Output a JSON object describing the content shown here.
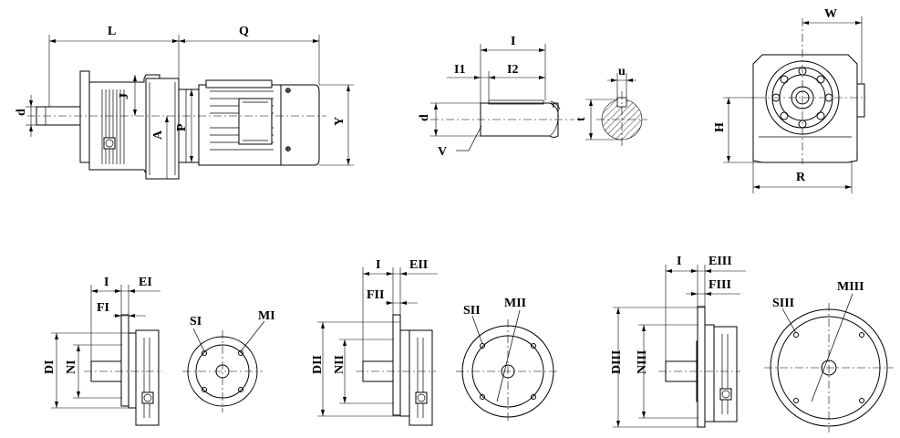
{
  "labels": {
    "main": {
      "L": "L",
      "Q": "Q",
      "d": "d",
      "J": "J",
      "A": "A",
      "P": "P",
      "Y": "Y"
    },
    "shaft": {
      "I": "I",
      "I1": "I1",
      "I2": "I2",
      "d": "d",
      "V": "V"
    },
    "key": {
      "u": "u",
      "t": "t"
    },
    "end": {
      "W": "W",
      "H": "H",
      "R": "R"
    },
    "flange1": {
      "I": "I",
      "EI": "EI",
      "FI": "FI",
      "DI": "DI",
      "NI": "NI",
      "SI": "SI",
      "MI": "MI"
    },
    "flange2": {
      "I": "I",
      "EII": "EII",
      "FII": "FII",
      "DII": "DII",
      "NII": "NII",
      "SII": "SII",
      "MII": "MII"
    },
    "flange3": {
      "I": "I",
      "EIII": "EIII",
      "FIII": "FIII",
      "DIII": "DIII",
      "NIII": "NIII",
      "SIII": "SIII",
      "MIII": "MIII"
    }
  }
}
